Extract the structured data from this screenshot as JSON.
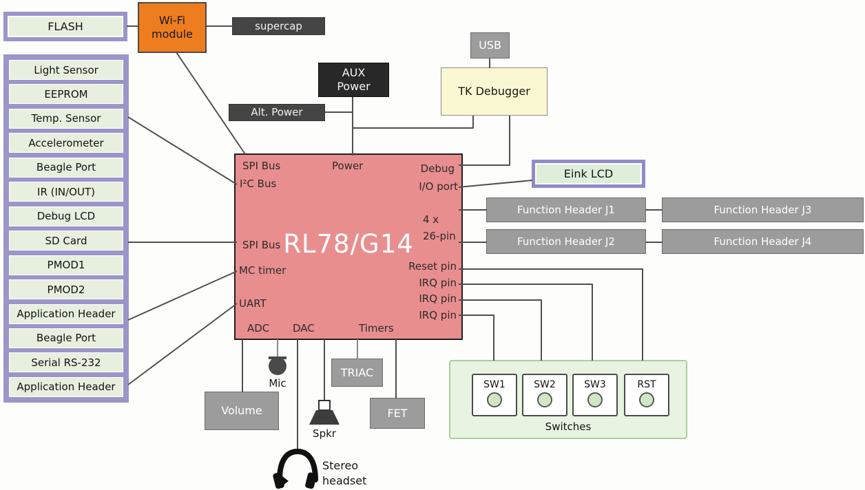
{
  "colors": {
    "chip_fill": "#e98e8e",
    "purple_frame": "#9b95c9",
    "light_green_fill": "#e7f0de",
    "orange_fill": "#ee7d20",
    "dark_box_fill": "#454545",
    "black_box_fill": "#282828",
    "gray_box_fill": "#9c9c9c",
    "pale_yellow_fill": "#faf8d2",
    "switch_panel_fill": "#e8f3e1",
    "connector_line": "#4f4f4f"
  },
  "flash": {
    "label": "FLASH"
  },
  "peripherals": [
    "Light Sensor",
    "EEPROM",
    "Temp. Sensor",
    "Accelerometer",
    "Beagle Port",
    "IR (IN/OUT)",
    "Debug LCD",
    "SD Card",
    "PMOD1",
    "PMOD2",
    "Application Header",
    "Beagle Port",
    "Serial RS-232",
    "Application Header"
  ],
  "wifi": {
    "label": "Wi-Fi module"
  },
  "supercap": {
    "label": "supercap"
  },
  "aux_power": {
    "label": "AUX Power"
  },
  "alt_power": {
    "label": "Alt. Power"
  },
  "usb": {
    "label": "USB"
  },
  "tk_debugger": {
    "label": "TK Debugger"
  },
  "chip": {
    "name": "RL78/G14",
    "pins": {
      "spi_top": "SPI Bus",
      "i2c": "I²C Bus",
      "power": "Power",
      "debug": "Debug",
      "io_port": "I/O port",
      "four_x": "4 x",
      "pin26": "26-pin",
      "spi_left": "SPI Bus",
      "mc_timer": "MC timer",
      "uart": "UART",
      "reset": "Reset pin",
      "irq1": "IRQ pin",
      "irq2": "IRQ pin",
      "irq3": "IRQ pin",
      "adc": "ADC",
      "dac": "DAC",
      "timers": "Timers"
    }
  },
  "eink": {
    "label": "Eink LCD"
  },
  "headers": {
    "j1": "Function Header J1",
    "j2": "Function Header J2",
    "j3": "Function Header J3",
    "j4": "Function Header J4"
  },
  "audio": {
    "volume": "Volume",
    "mic": "Mic",
    "spkr": "Spkr",
    "headset": "Stereo headset"
  },
  "drivers": {
    "triac": "TRIAC",
    "fet": "FET"
  },
  "switches": {
    "label": "Switches",
    "sw1": "SW1",
    "sw2": "SW2",
    "sw3": "SW3",
    "rst": "RST"
  }
}
